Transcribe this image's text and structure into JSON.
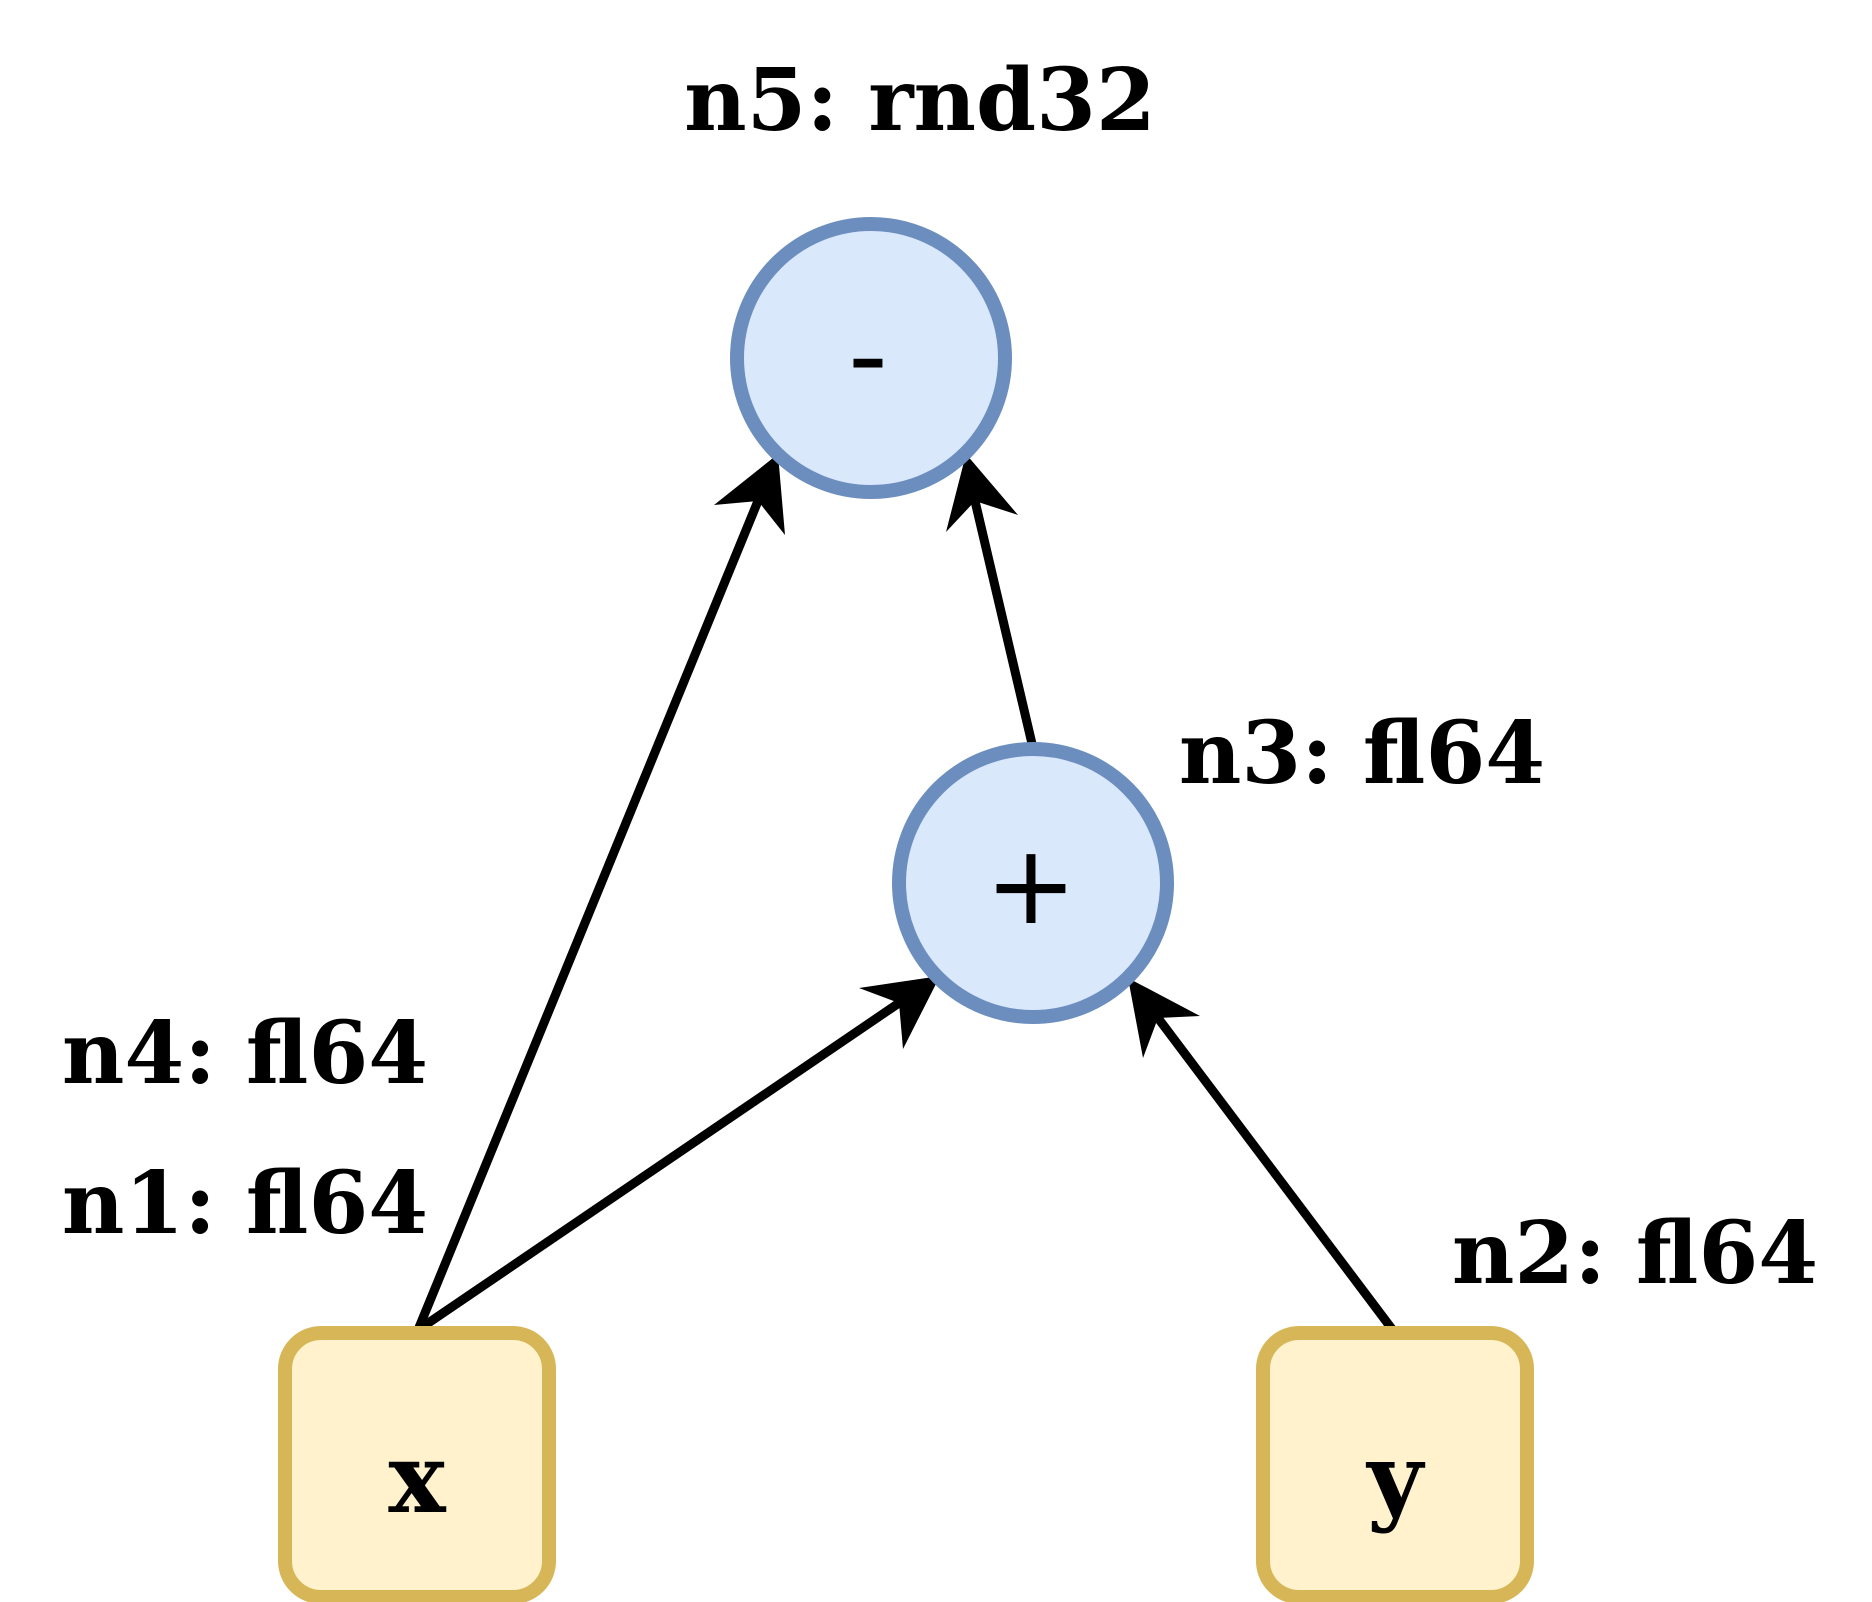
{
  "colors": {
    "op_fill": "#dae8fc",
    "op_stroke": "#6c8ebf",
    "input_fill": "#fff2cc",
    "input_stroke": "#d6b656",
    "edge": "#000000"
  },
  "nodes": {
    "n5": {
      "symbol": "-",
      "label": "n5: rnd32"
    },
    "n3": {
      "symbol": "+",
      "label": "n3: fl64"
    },
    "x": {
      "symbol": "x",
      "label_upper": "n4: fl64",
      "label_lower": "n1: fl64"
    },
    "y": {
      "symbol": "y",
      "label": "n2: fl64"
    }
  },
  "edges": [
    {
      "from": "x",
      "to": "n5"
    },
    {
      "from": "x",
      "to": "n3"
    },
    {
      "from": "n3",
      "to": "n5"
    },
    {
      "from": "y",
      "to": "n3"
    }
  ]
}
